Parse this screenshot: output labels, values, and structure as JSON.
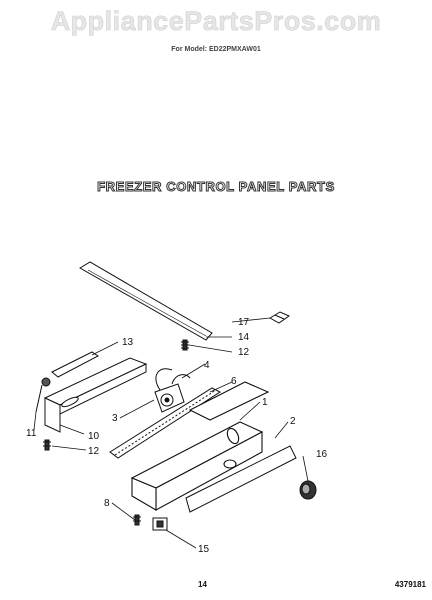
{
  "watermark": "AppliancePartsPros.com",
  "header": {
    "model_line": "For Model: ED22PMXAW01"
  },
  "title": "FREEZER CONTROL PANEL PARTS",
  "callouts": {
    "c1": "1",
    "c2": "2",
    "c3": "3",
    "c4": "4",
    "c6": "6",
    "c8": "8",
    "c10": "10",
    "c11": "11",
    "c12a": "12",
    "c12b": "12",
    "c13": "13",
    "c14": "14",
    "c15": "15",
    "c16": "16",
    "c17": "17"
  },
  "footer": {
    "page_number": "14",
    "doc_number": "4379181"
  }
}
